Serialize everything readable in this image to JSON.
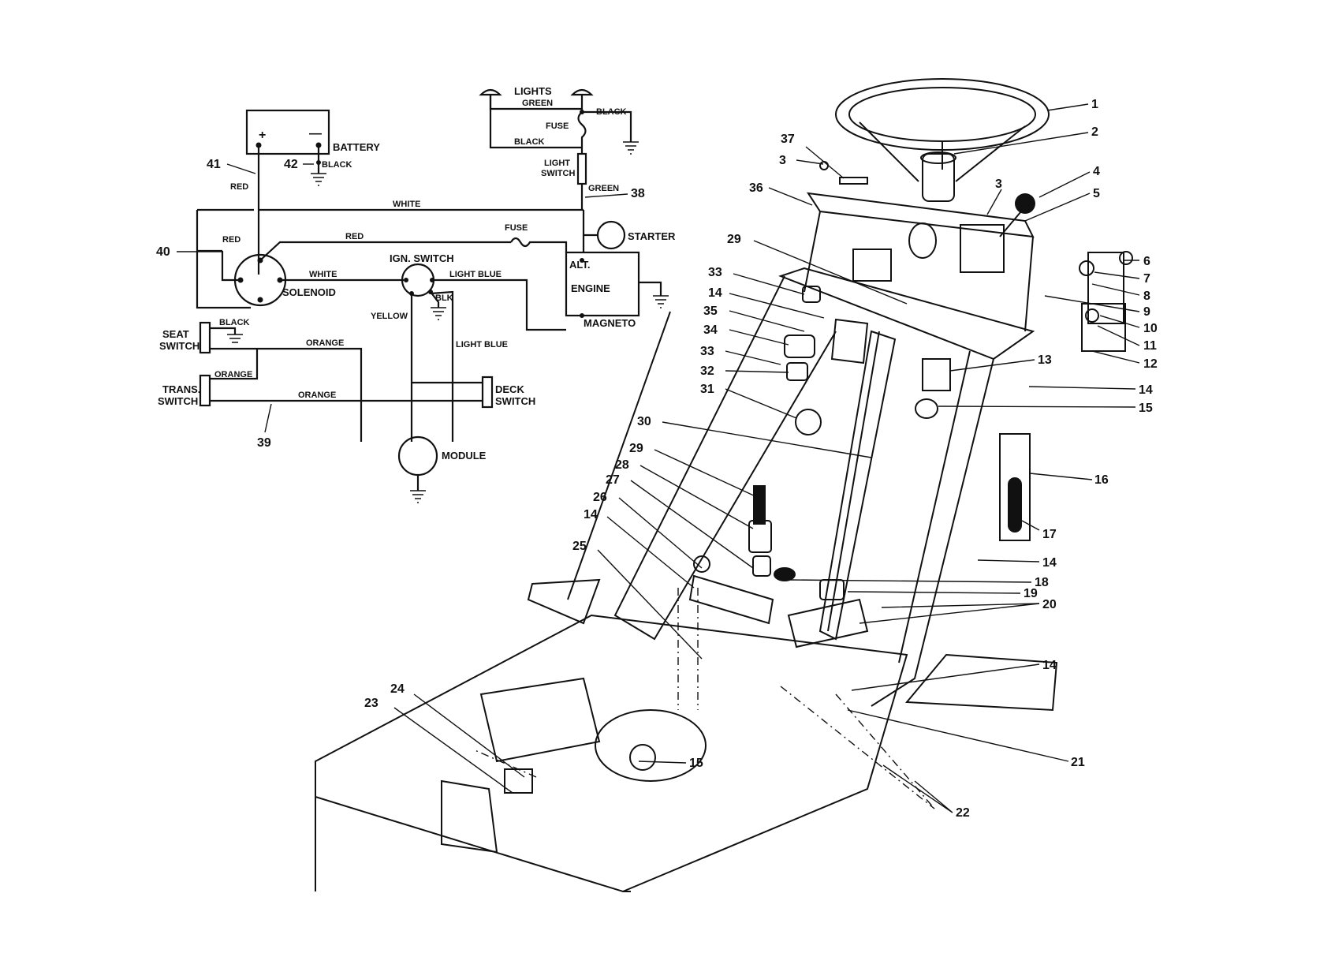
{
  "schematic": {
    "components": {
      "battery": "BATTERY",
      "battery_plus": "+",
      "battery_minus": "—",
      "lights": "LIGHTS",
      "fuse_lights": "FUSE",
      "light_switch_1": "LIGHT",
      "light_switch_2": "SWITCH",
      "starter": "STARTER",
      "solenoid": "SOLENOID",
      "fuse_main": "FUSE",
      "ign_switch": "IGN. SWITCH",
      "alt": "ALT.",
      "engine": "ENGINE",
      "magneto": "MAGNETO",
      "seat_switch_1": "SEAT",
      "seat_switch_2": "SWITCH",
      "trans_switch_1": "TRANS.",
      "trans_switch_2": "SWITCH",
      "deck_switch_1": "DECK",
      "deck_switch_2": "SWITCH",
      "module": "MODULE"
    },
    "wires": {
      "green_lights": "GREEN",
      "black_lights_right": "BLACK",
      "black_lights_left": "BLACK",
      "green_switch": "GREEN",
      "red_battery": "RED",
      "black_battery": "BLACK",
      "white_top": "WHITE",
      "red_solenoid": "RED",
      "red_fuse": "RED",
      "white_solenoid": "WHITE",
      "light_blue_ign": "LIGHT BLUE",
      "blk_ign": "BLK",
      "yellow": "YELLOW",
      "light_blue_down": "LIGHT BLUE",
      "black_seat": "BLACK",
      "orange_seat": "ORANGE",
      "orange_trans": "ORANGE",
      "orange_bottom": "ORANGE"
    },
    "callouts": {
      "c41": "41",
      "c42": "42",
      "c40": "40",
      "c38": "38",
      "c39": "39"
    }
  },
  "parts": [
    "1",
    "2",
    "37",
    "3",
    "36",
    "3",
    "4",
    "5",
    "29",
    "6",
    "7",
    "8",
    "33",
    "9",
    "14",
    "10",
    "35",
    "11",
    "34",
    "12",
    "33",
    "13",
    "32",
    "14",
    "31",
    "15",
    "30",
    "16",
    "29",
    "28",
    "27",
    "17",
    "26",
    "14",
    "14",
    "18",
    "25",
    "19",
    "20",
    "14",
    "24",
    "23",
    "15",
    "21",
    "22"
  ]
}
